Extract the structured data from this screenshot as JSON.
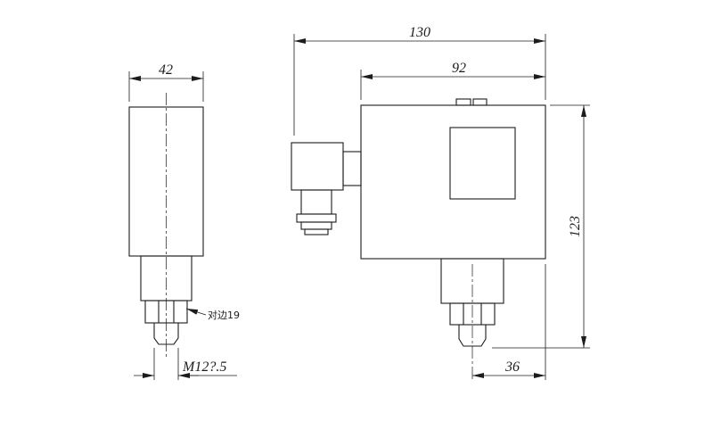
{
  "colors": {
    "line": "#1c1c1c",
    "background": "#ffffff"
  },
  "side_view": {
    "width_dim": "42",
    "thread_dim": "M12?.5",
    "flats_note": "对边19"
  },
  "front_view": {
    "overall_width_dim": "130",
    "body_width_dim": "92",
    "height_dim": "123",
    "port_offset_dim": "36"
  }
}
